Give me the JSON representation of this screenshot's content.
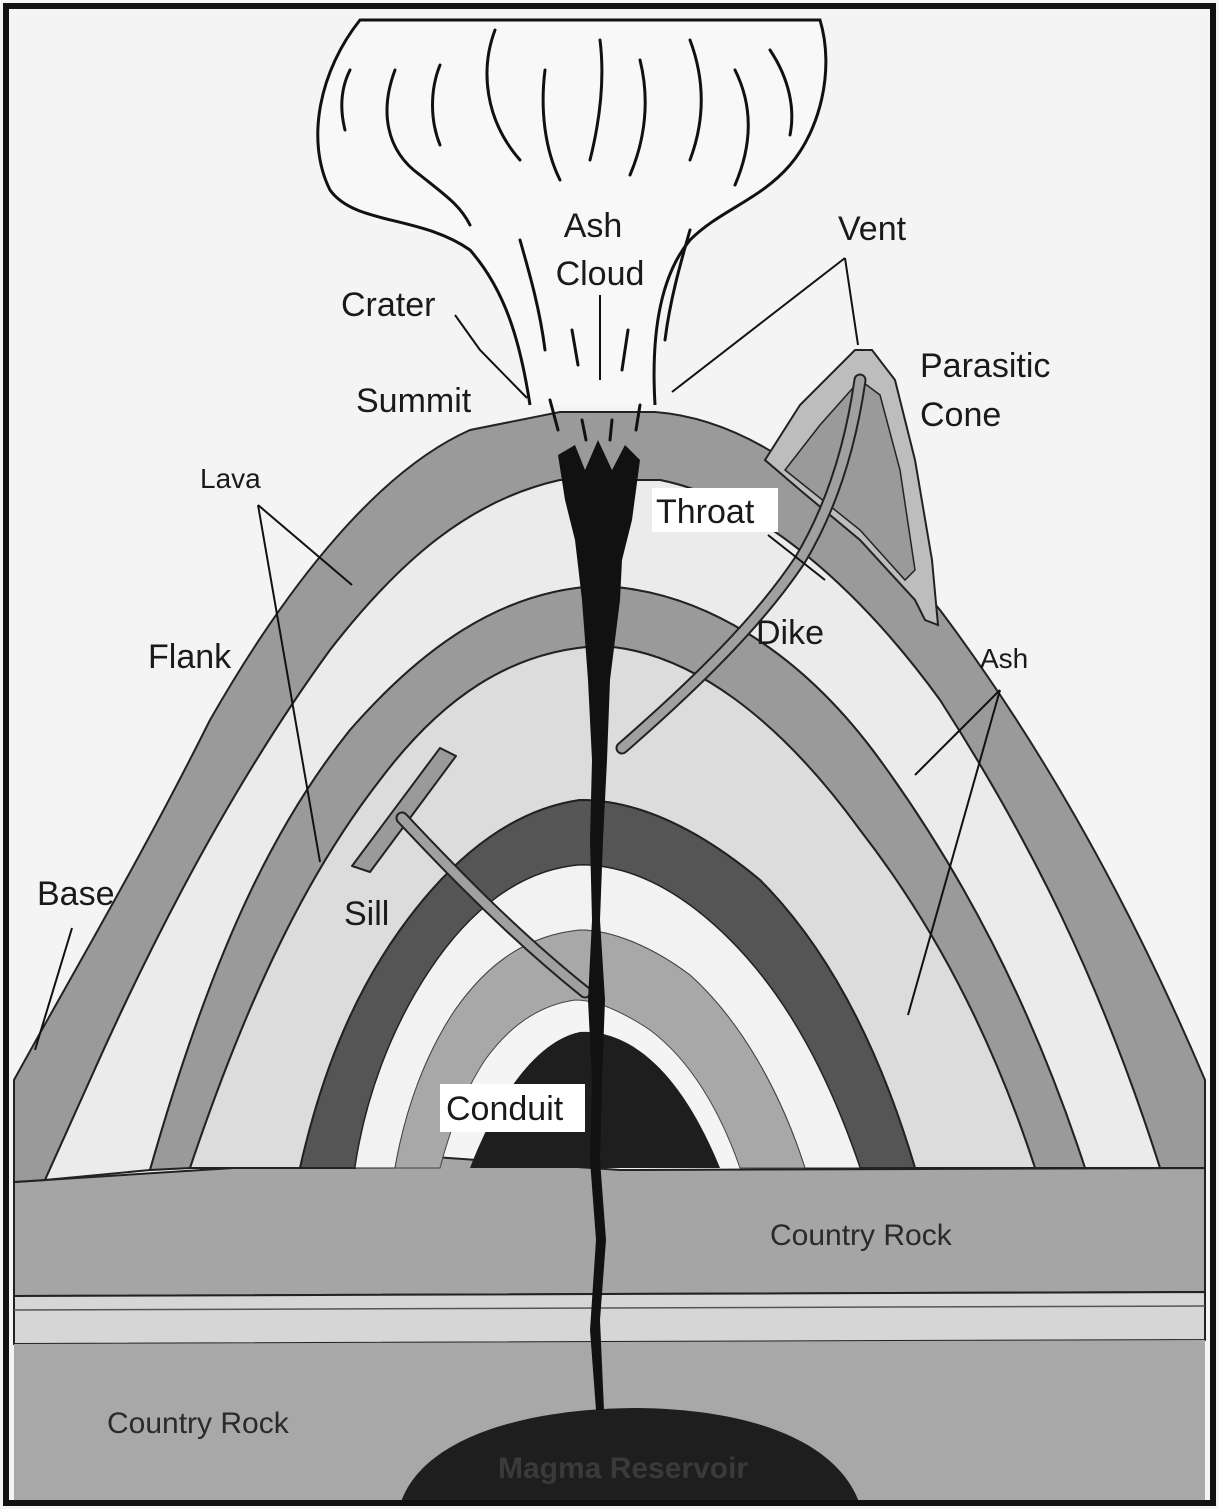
{
  "labels": {
    "ash_cloud_1": "Ash",
    "ash_cloud_2": "Cloud",
    "crater": "Crater",
    "vent": "Vent",
    "summit": "Summit",
    "parasitic_1": "Parasitic",
    "parasitic_2": "Cone",
    "lava": "Lava",
    "throat": "Throat",
    "flank": "Flank",
    "dike": "Dike",
    "ash": "Ash",
    "base": "Base",
    "sill": "Sill",
    "conduit": "Conduit",
    "country_rock_right": "Country Rock",
    "country_rock_left": "Country Rock",
    "magma_reservoir": "Magma Reservoir"
  },
  "colors": {
    "frame": "#111111",
    "sky": "#f4f4f4",
    "lava_band": "#9a9a9a",
    "ash_fill": "#dcdcdc",
    "dark_band": "#555555",
    "mid_band": "#a8a8a8",
    "conduit": "#111111",
    "country_rock": "#a5a5a5",
    "light_stratum": "#d6d6d6",
    "magma": "#1e1e1e"
  }
}
